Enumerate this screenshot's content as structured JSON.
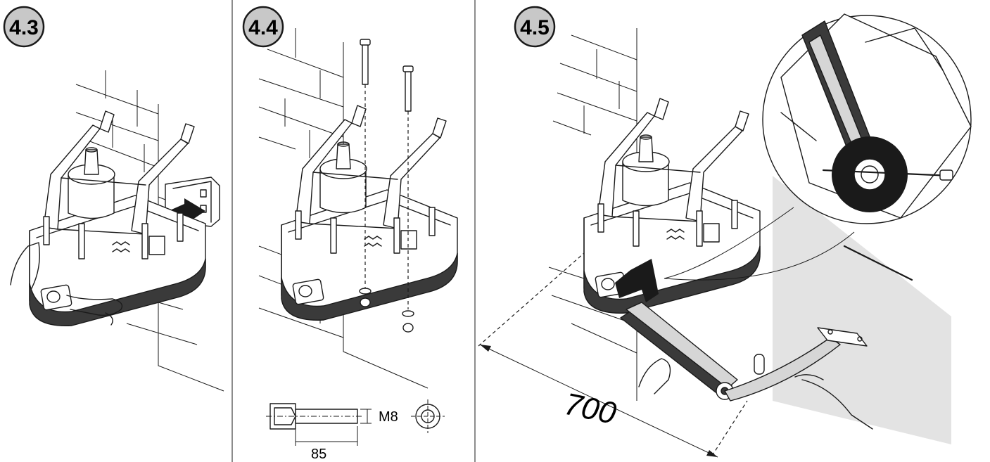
{
  "steps": [
    {
      "label": "4.3",
      "badge_color": "#c8c8c8"
    },
    {
      "label": "4.4",
      "badge_color": "#c8c8c8"
    },
    {
      "label": "4.5",
      "badge_color": "#c8c8c8"
    }
  ],
  "screw_spec": {
    "thread": "M8",
    "length": "85"
  },
  "arm_distance": "700",
  "colors": {
    "line": "#1a1a1a",
    "wall_shade": "#e3e3e3",
    "arrow": "#1a1a1a"
  }
}
